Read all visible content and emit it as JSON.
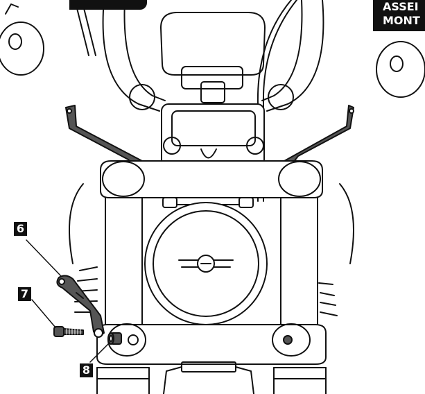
{
  "banner_right": {
    "line1": "ASSEI",
    "line2": "MONT"
  },
  "callouts": [
    {
      "id": "6",
      "label": "6"
    },
    {
      "id": "7",
      "label": "7"
    },
    {
      "id": "8",
      "label": "8"
    }
  ],
  "colors": {
    "ink": "#111111",
    "paper": "#ffffff",
    "part_fill": "#555555"
  }
}
